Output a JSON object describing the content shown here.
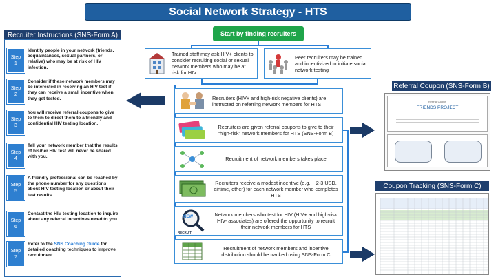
{
  "title": "Social Network Strategy - HTS",
  "left_header": "Recruiter Instructions (SNS-Form A)",
  "step_word": "Step",
  "steps": [
    {
      "num": "1",
      "text": "Identify people in your network (friends, acquaintances, sexual partners, or relative) who may be at risk of HIV infection."
    },
    {
      "num": "2",
      "text": "Consider if these network members may be interested in receiving an HIV test if they can receive a small incentive when they get tested."
    },
    {
      "num": "3",
      "text": "You will receive referral coupons to give to them to direct them to a friendly and confidential HIV testing location."
    },
    {
      "num": "4",
      "text": "Tell your network member that the results of his/her HIV test will never be shared with you."
    },
    {
      "num": "5",
      "text": "A friendly professional can be reached by the phone number for any questions about HIV testing location or about their test results."
    },
    {
      "num": "6",
      "text": "Contact the HIV testing location to inquire about any referral incentives owed to you."
    },
    {
      "num": "7",
      "text_before": "Refer to the ",
      "link": "SNS Coaching Guide",
      "text_after": " for detailed coaching techniques to improve recruitment."
    }
  ],
  "start": "Start by finding recruiters",
  "branches": [
    {
      "text": "Trained staff may ask HIV+ clients to consider recruiting social or sexual network members who may be at risk for HIV",
      "icon": "clinic-icon"
    },
    {
      "text": "Peer recruiters may be trained and incentivized to initiate social network testing",
      "icon": "people-network-icon"
    }
  ],
  "flow": [
    {
      "text": "Recruiters (HIV+ and high-risk negative clients) are instructed on referring network members for HTS",
      "icon": "handshake-icon"
    },
    {
      "text": "Recruiters are given referral coupons to give to their “high-risk” network members for HTS (SNS-Form B)",
      "icon": "coupons-icon"
    },
    {
      "text": "Recruitment of network members takes place",
      "icon": "network-icon"
    },
    {
      "text": "Recruiters receive a modest incentive (e.g., ~2-3 USD, airtime, other) for each network member who completes HTS",
      "icon": "money-icon"
    },
    {
      "text": "Network members who test for HIV (HIV+ and high-risk HIV- associates) are offered the opportunity to recruit their network members for HTS",
      "icon": "new-recruit-icon",
      "badge_new": "NEW",
      "badge_recruit": "RECRUIT"
    },
    {
      "text": "Recruitment of network members and incentive distribution should be tracked using SNS-Form C",
      "icon": "spreadsheet-icon"
    }
  ],
  "referral_header": "Referral Coupon (SNS-Form B)",
  "referral_preview": {
    "heading": "FRIENDS PROJECT",
    "subheading": "Referral Coupon"
  },
  "tracking_header": "Coupon Tracking (SNS-Form C)",
  "colors": {
    "title_bg": "#1f5fa0",
    "accent": "#2a7ed6",
    "start_bg": "#1fa54a",
    "header_bg": "#1f3f6e"
  }
}
